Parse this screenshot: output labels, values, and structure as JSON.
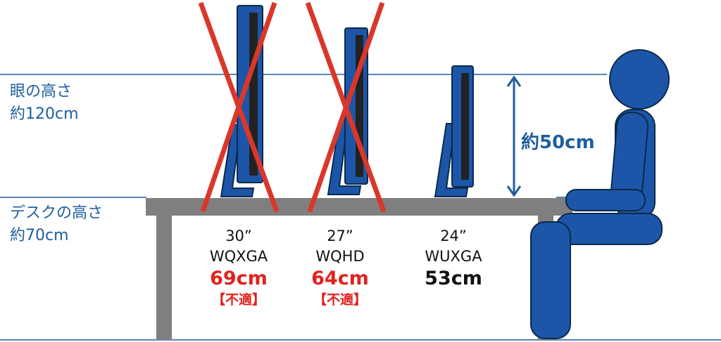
{
  "eye_height": {
    "title": "眼の高さ",
    "value": "約120cm"
  },
  "desk_height": {
    "title": "デスクの高さ",
    "value": "約70cm"
  },
  "distance_dim": "約50cm",
  "monitors": [
    {
      "size": "30”",
      "resolution": "WQXGA",
      "distance": "69cm",
      "verdict": "【不適】",
      "crossed_out": true
    },
    {
      "size": "27”",
      "resolution": "WQHD",
      "distance": "64cm",
      "verdict": "【不適】",
      "crossed_out": true
    },
    {
      "size": "24”",
      "resolution": "WUXGA",
      "distance": "53cm",
      "verdict": "",
      "crossed_out": false
    }
  ],
  "colors": {
    "line": "#1f5e9e",
    "monitor": "#1d56a8",
    "screen": "#222222",
    "desk": "#7f7f7f",
    "cross": "#d9372a",
    "person": "#1d56a8",
    "bad_text": "#e0221f"
  }
}
